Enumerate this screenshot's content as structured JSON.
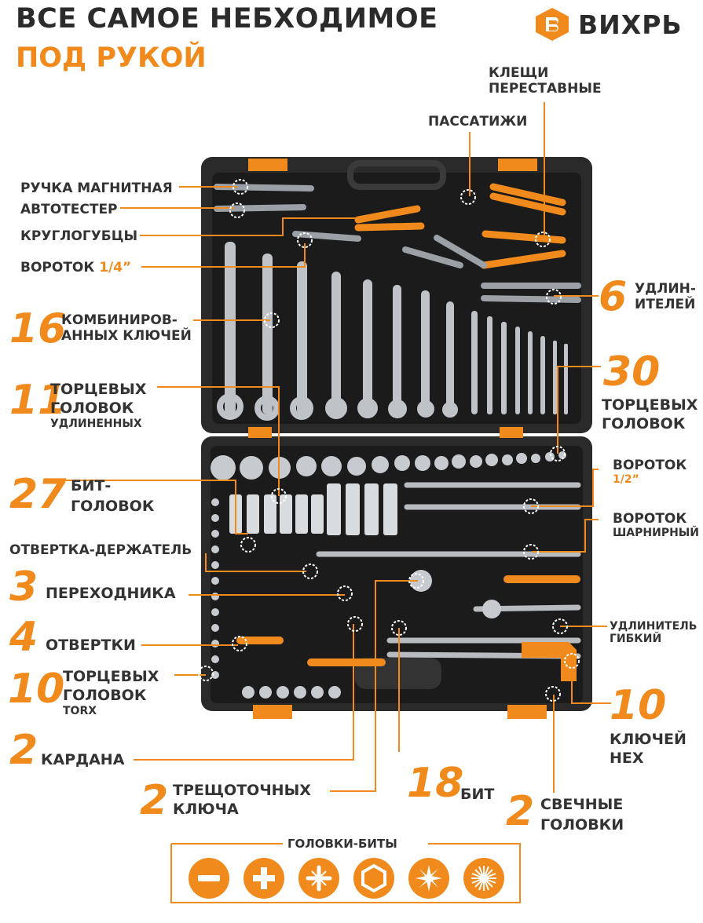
{
  "header": {
    "title_line1": "ВСЕ САМОЕ НЕБХОДИМОЕ",
    "title_line2": "ПОД РУКОЙ",
    "brand": "ВИХРЬ",
    "brand_color": "#f08a1c"
  },
  "labels": {
    "kleshchi": [
      "КЛЕЩИ",
      "ПЕРЕСТАВНЫЕ"
    ],
    "passatizhi": "ПАССАТИЖИ",
    "ruchka": "РУЧКА МАГНИТНАЯ",
    "avtotester": "АВТОТЕСТЕР",
    "kruglogubtsy": "КРУГЛОГУБЦЫ",
    "vorotok14": {
      "text": "ВОРОТОК",
      "size": "1/4”"
    },
    "udliniteli": {
      "count": "6",
      "text1": "УДЛИН-",
      "text2": "ИТЕЛЕЙ"
    },
    "kombi": {
      "count": "16",
      "text1": "КОМБИНИРОВ-",
      "text2": "АННЫХ КЛЮЧЕЙ"
    },
    "torts11": {
      "count": "11",
      "text1": "ТОРЦЕВЫХ",
      "text2": "ГОЛОВОК",
      "text3": "УДЛИНЕННЫХ"
    },
    "torts30": {
      "count": "30",
      "text1": "ТОРЦЕВЫХ",
      "text2": "ГОЛОВОК"
    },
    "bit27": {
      "count": "27",
      "text1": "БИТ-",
      "text2": "ГОЛОВОК"
    },
    "vorotok12": {
      "text": "ВОРОТОК",
      "size": "1/2”"
    },
    "otvertka_derzh": "ОТВЕРТКА-ДЕРЖАТЕЛЬ",
    "vorotok_sharn": {
      "text1": "ВОРОТОК",
      "text2": "ШАРНИРНЫЙ"
    },
    "perekhodnika": {
      "count": "3",
      "text": "ПЕРЕХОДНИКА"
    },
    "otvertki": {
      "count": "4",
      "text": "ОТВЕРТКИ"
    },
    "udlinitel_gibkiy": {
      "text1": "УДЛИНИТЕЛЬ",
      "text2": "ГИБКИЙ"
    },
    "torx": {
      "count": "10",
      "text1": "ТОРЦЕВЫХ",
      "text2": "ГОЛОВОК",
      "text3": "TORX"
    },
    "hex": {
      "count": "10",
      "text1": "КЛЮЧЕЙ",
      "text2": "HEX"
    },
    "kardana": {
      "count": "2",
      "text": "КАРДАНА"
    },
    "treshch": {
      "count": "2",
      "text1": "ТРЕЩОТОЧНЫХ",
      "text2": "КЛЮЧА"
    },
    "bit18": {
      "count": "18",
      "text": "БИТ"
    },
    "svechnye": {
      "count": "2",
      "text1": "СВЕЧНЫЕ",
      "text2": "ГОЛОВКИ"
    }
  },
  "bits_panel": {
    "title": "ГОЛОВКИ-БИТЫ",
    "icons": [
      "slotted-icon",
      "phillips-icon",
      "pozidriv-icon",
      "hex-icon",
      "torx-icon",
      "spline-icon"
    ]
  }
}
